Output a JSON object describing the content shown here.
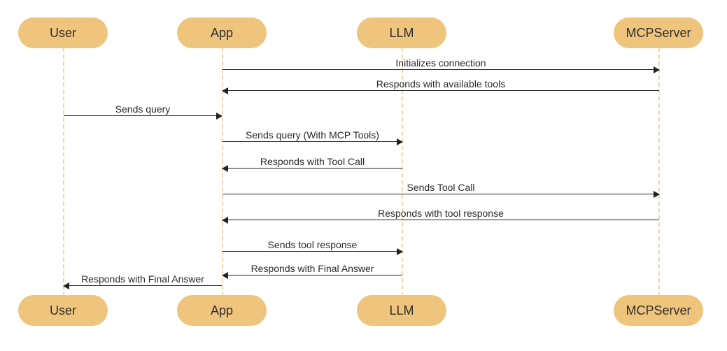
{
  "participants": [
    {
      "id": "user",
      "label": "User"
    },
    {
      "id": "app",
      "label": "App"
    },
    {
      "id": "llm",
      "label": "LLM"
    },
    {
      "id": "mcp",
      "label": "MCPServer"
    }
  ],
  "messages": [
    {
      "from": "app",
      "to": "mcp",
      "label": "Initializes connection"
    },
    {
      "from": "mcp",
      "to": "app",
      "label": "Responds with available tools"
    },
    {
      "from": "user",
      "to": "app",
      "label": "Sends query"
    },
    {
      "from": "app",
      "to": "llm",
      "label": "Sends query (With MCP Tools)"
    },
    {
      "from": "llm",
      "to": "app",
      "label": "Responds with Tool Call"
    },
    {
      "from": "app",
      "to": "mcp",
      "label": "Sends Tool Call"
    },
    {
      "from": "mcp",
      "to": "app",
      "label": "Responds with tool response"
    },
    {
      "from": "app",
      "to": "llm",
      "label": "Sends tool response"
    },
    {
      "from": "llm",
      "to": "app",
      "label": "Responds with Final Answer"
    },
    {
      "from": "app",
      "to": "user",
      "label": "Responds with Final Answer"
    }
  ],
  "colors": {
    "actor_fill": "#efc47d",
    "lifeline": "#ecd9a6",
    "arrow": "#222222"
  }
}
